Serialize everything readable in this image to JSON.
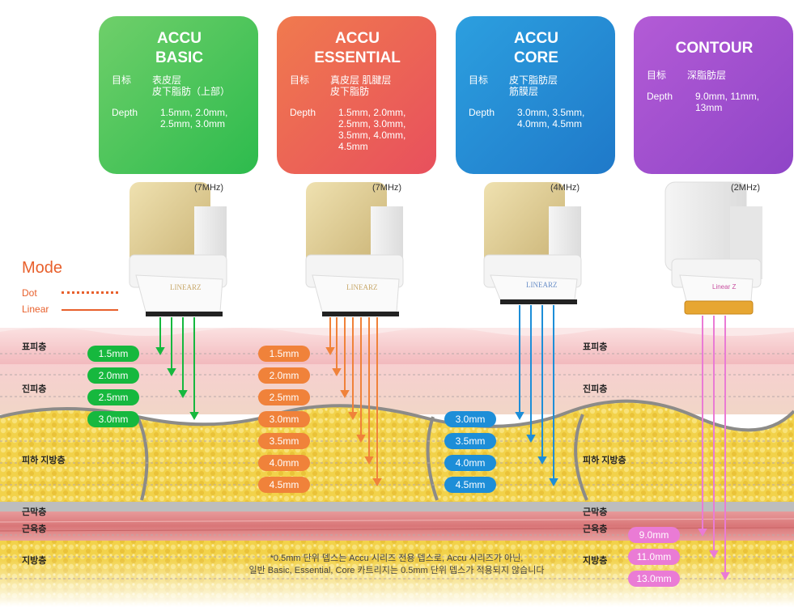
{
  "cards": [
    {
      "title": "ACCU\nBASIC",
      "target_label": "目标",
      "target": "表皮层\n皮下脂肪（上部）",
      "depth_label": "Depth",
      "depth": "1.5mm, 2.0mm,\n2.5mm, 3.0mm"
    },
    {
      "title": "ACCU\nESSENTIAL",
      "target_label": "目标",
      "target": "真皮层 肌腱层\n皮下脂肪",
      "depth_label": "Depth",
      "depth": "1.5mm, 2.0mm,\n2.5mm, 3.0mm,\n3.5mm, 4.0mm,\n4.5mm"
    },
    {
      "title": "ACCU\nCORE",
      "target_label": "目标",
      "target": "皮下脂肪层\n筋膜层",
      "depth_label": "Depth",
      "depth": "3.0mm, 3.5mm,\n4.0mm, 4.5mm"
    },
    {
      "title": "CONTOUR",
      "target_label": "目标",
      "target": "深脂肪层",
      "depth_label": "Depth",
      "depth": "9.0mm, 11mm,\n13mm"
    }
  ],
  "frequencies": [
    "(7MHz)",
    "(7MHz)",
    "(4MHz)",
    "(2MHz)"
  ],
  "cartridge_brand": "LINEARZ",
  "cartridge_brand_contour": "Linear Z",
  "mode": {
    "title": "Mode",
    "dot": "Dot",
    "linear": "Linear"
  },
  "layers_left": [
    "표피층",
    "진피층",
    "피하 지방층",
    "근막층",
    "근육층",
    "지방층"
  ],
  "layers_right": [
    "표피층",
    "진피층",
    "피하 지방층",
    "근막층",
    "근육층",
    "지방층"
  ],
  "depths": {
    "basic": [
      "1.5mm",
      "2.0mm",
      "2.5mm",
      "3.0mm"
    ],
    "essential": [
      "1.5mm",
      "2.0mm",
      "2.5mm",
      "3.0mm",
      "3.5mm",
      "4.0mm",
      "4.5mm"
    ],
    "core": [
      "3.0mm",
      "3.5mm",
      "4.0mm",
      "4.5mm"
    ],
    "contour": [
      "9.0mm",
      "11.0mm",
      "13.0mm"
    ]
  },
  "note": "*0.5mm 단위 뎁스는 Accu 시리즈 전용 뎁스로, Accu 시리즈가 아닌,\n일반 Basic, Essential, Core 카트리지는 0.5mm 단위 뎁스가 적용되지 않습니다",
  "colors": {
    "basic": "#16b83e",
    "essential": "#f0823a",
    "core": "#1d8ed8",
    "contour": "#ea7bd5",
    "mode": "#e8602c"
  }
}
